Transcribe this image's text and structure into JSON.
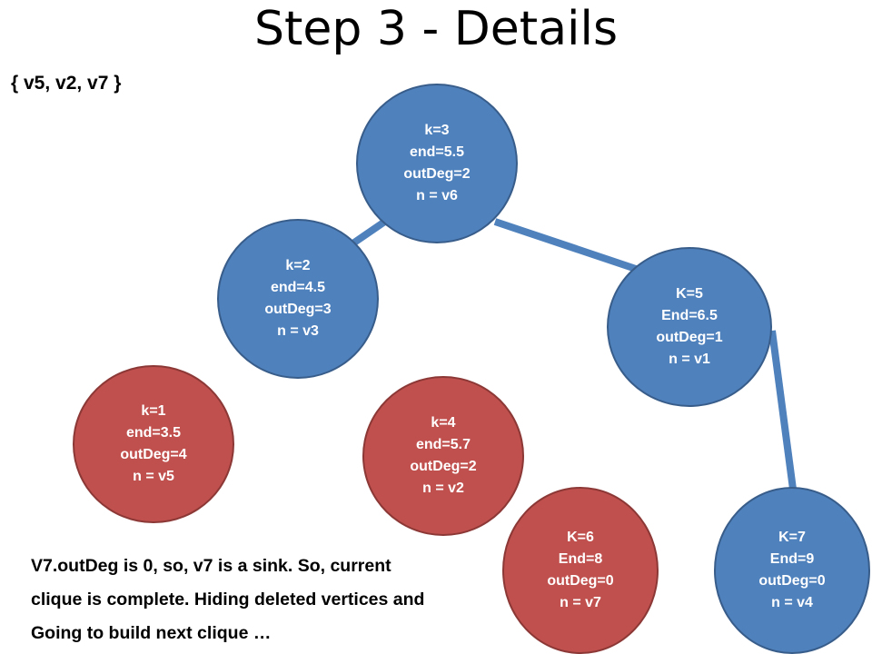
{
  "title": "Step 3 - Details",
  "clique_set": "{ v5, v2, v7 }",
  "colors": {
    "active": "#4f81bd",
    "deleted": "#c0504d",
    "edge": "#4f81bd"
  },
  "nodes": [
    {
      "id": "v6",
      "color": "active",
      "lines": [
        "k=3",
        "end=5.5",
        "outDeg=2",
        "n = v6"
      ]
    },
    {
      "id": "v3",
      "color": "active",
      "lines": [
        "k=2",
        "end=4.5",
        "outDeg=3",
        "n = v3"
      ]
    },
    {
      "id": "v1",
      "color": "active",
      "lines": [
        "K=5",
        "End=6.5",
        "outDeg=1",
        "n = v1"
      ]
    },
    {
      "id": "v5",
      "color": "deleted",
      "lines": [
        "k=1",
        "end=3.5",
        "outDeg=4",
        "n = v5"
      ]
    },
    {
      "id": "v2",
      "color": "deleted",
      "lines": [
        "k=4",
        "end=5.7",
        "outDeg=2",
        "n = v2"
      ]
    },
    {
      "id": "v7",
      "color": "deleted",
      "lines": [
        "K=6",
        "End=8",
        "outDeg=0",
        "n = v7"
      ]
    },
    {
      "id": "v4",
      "color": "active",
      "lines": [
        "K=7",
        "End=9",
        "outDeg=0",
        "n = v4"
      ]
    }
  ],
  "edges": [
    {
      "from": "v3",
      "to": "v6"
    },
    {
      "from": "v6",
      "to": "v1"
    },
    {
      "from": "v1",
      "to": "v4"
    }
  ],
  "description": [
    "V7.outDeg is 0, so, v7 is a sink. So, current",
    "clique is complete. Hiding deleted vertices and",
    "Going to build next clique …"
  ]
}
